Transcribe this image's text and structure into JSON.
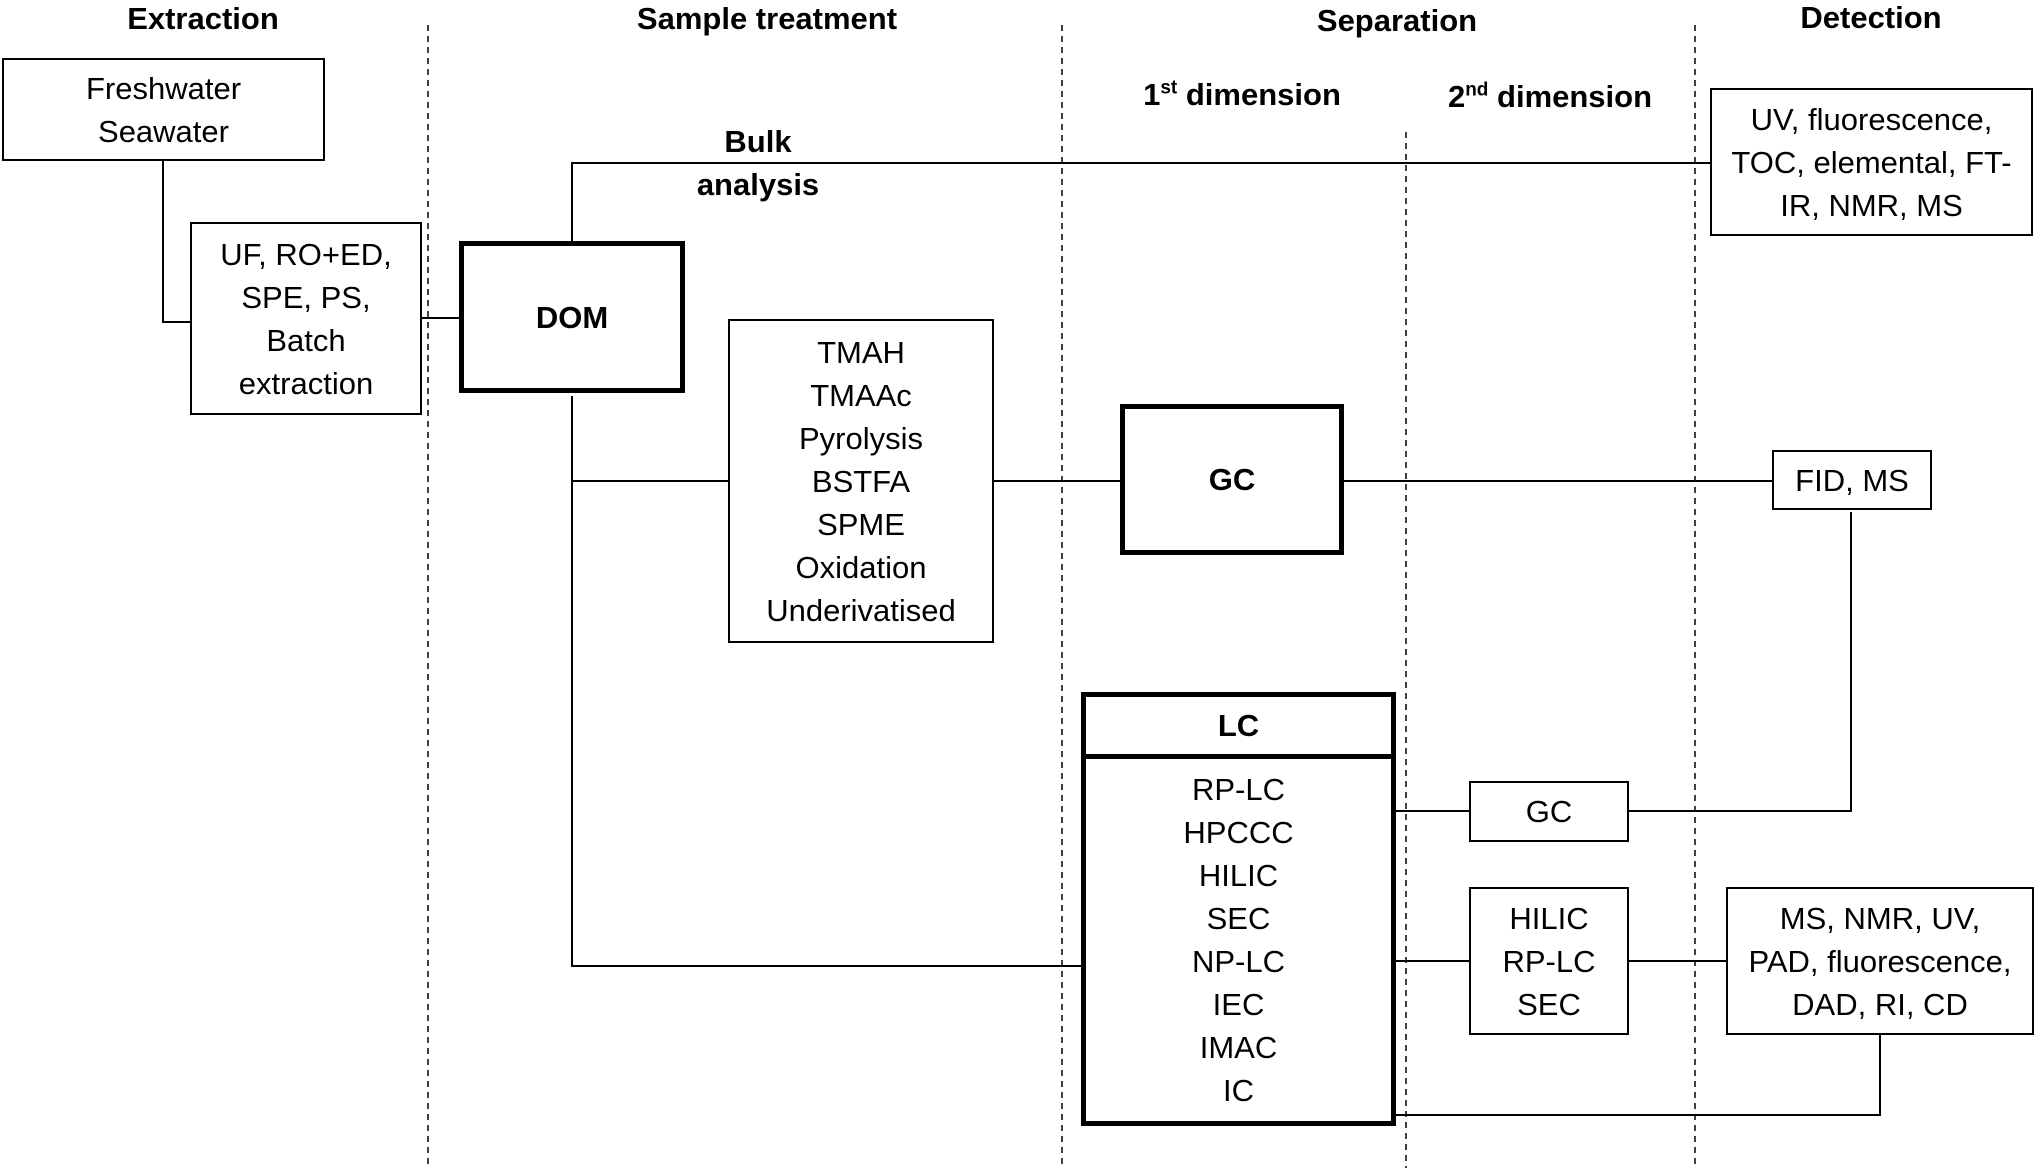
{
  "headers": {
    "extraction": "Extraction",
    "sample_treatment": "Sample treatment",
    "separation": "Separation",
    "detection": "Detection",
    "first_dimension": {
      "prefix": "1",
      "sup": "st",
      "suffix": " dimension"
    },
    "second_dimension": {
      "prefix": "2",
      "sup": "nd",
      "suffix": " dimension"
    }
  },
  "boxes": {
    "water_sources": [
      "Freshwater",
      "Seawater"
    ],
    "extraction_methods": [
      "UF, RO+ED,",
      "SPE, PS,",
      "Batch",
      "extraction"
    ],
    "dom": "DOM",
    "bulk_analysis": [
      "Bulk",
      "analysis"
    ],
    "bulk_detection": [
      "UV, fluorescence,",
      "TOC, elemental, FT-",
      "IR, NMR, MS"
    ],
    "derivatisation": [
      "TMAH",
      "TMAAc",
      "Pyrolysis",
      "BSTFA",
      "SPME",
      "Oxidation",
      "Underivatised"
    ],
    "gc_first": "GC",
    "gc_detection": "FID, MS",
    "lc_title": "LC",
    "lc_methods": [
      "RP-LC",
      "HPCCC",
      "HILIC",
      "SEC",
      "NP-LC",
      "IEC",
      "IMAC",
      "IC"
    ],
    "gc_second": "GC",
    "lc_second": [
      "HILIC",
      "RP-LC",
      "SEC"
    ],
    "lc_detection": [
      "MS, NMR, UV,",
      "PAD, fluorescence,",
      "DAD, RI, CD"
    ]
  }
}
